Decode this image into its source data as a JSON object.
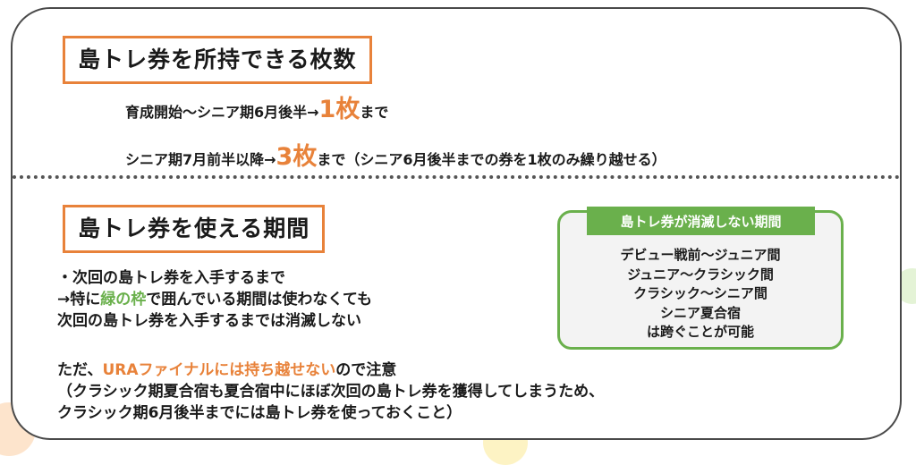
{
  "section1": {
    "title": "島トレ券を所持できる枚数",
    "line1_pre": "育成開始～シニア期6月後半→",
    "line1_num": "1枚",
    "line1_post": "まで",
    "line2_pre": "シニア期7月前半以降→",
    "line2_num": "3枚",
    "line2_post": "まで（シニア6月後半までの券を1枚のみ繰り越せる）"
  },
  "section2": {
    "title": "島トレ券を使える期間",
    "bullet1": "・次回の島トレ券を入手するまで",
    "bullet2_pre": "→特に",
    "bullet2_green": "緑の枠",
    "bullet2_post": "で囲んでいる期間は使わなくても",
    "bullet3": "次回の島トレ券を入手するまでは消滅しない",
    "note1_pre": "ただ、",
    "note1_orange": "URAファイナルには持ち越せない",
    "note1_post": "ので注意",
    "note2": "（クラシック期夏合宿も夏合宿中にほぼ次回の島トレ券を獲得してしまうため、",
    "note3": "クラシック期6月後半までには島トレ券を使っておくこと）"
  },
  "green_box": {
    "title": "島トレ券が消滅しない期間",
    "items": [
      "デビュー戦前～ジュニア間",
      "ジュニア～クラシック間",
      "クラシック～シニア間",
      "シニア夏合宿",
      "は跨ぐことが可能"
    ]
  },
  "colors": {
    "accent_orange": "#e8823a",
    "accent_green": "#6ab04c",
    "border": "#4a4a4a"
  }
}
